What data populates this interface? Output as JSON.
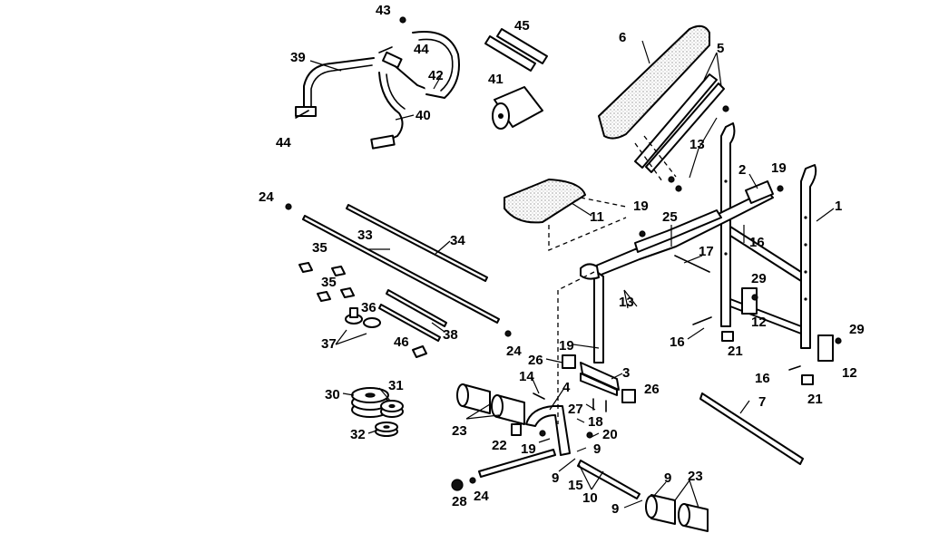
{
  "colors": {
    "line": "#000000",
    "background": "#ffffff"
  },
  "callouts": [
    {
      "id": "c43",
      "label": "43"
    },
    {
      "id": "c44a",
      "label": "44"
    },
    {
      "id": "c45",
      "label": "45"
    },
    {
      "id": "c6",
      "label": "6"
    },
    {
      "id": "c5",
      "label": "5"
    },
    {
      "id": "c39",
      "label": "39"
    },
    {
      "id": "c42",
      "label": "42"
    },
    {
      "id": "c41",
      "label": "41"
    },
    {
      "id": "c40",
      "label": "40"
    },
    {
      "id": "c44b",
      "label": "44"
    },
    {
      "id": "c13a",
      "label": "13"
    },
    {
      "id": "c2",
      "label": "2"
    },
    {
      "id": "c19a",
      "label": "19"
    },
    {
      "id": "c1",
      "label": "1"
    },
    {
      "id": "c24a",
      "label": "24"
    },
    {
      "id": "c11",
      "label": "11"
    },
    {
      "id": "c19b",
      "label": "19"
    },
    {
      "id": "c25",
      "label": "25"
    },
    {
      "id": "c16a",
      "label": "16"
    },
    {
      "id": "c33",
      "label": "33"
    },
    {
      "id": "c34",
      "label": "34"
    },
    {
      "id": "c17",
      "label": "17"
    },
    {
      "id": "c35a",
      "label": "35"
    },
    {
      "id": "c29a",
      "label": "29"
    },
    {
      "id": "c35b",
      "label": "35"
    },
    {
      "id": "c13b",
      "label": "13"
    },
    {
      "id": "c36",
      "label": "36"
    },
    {
      "id": "c12a",
      "label": "12"
    },
    {
      "id": "c38",
      "label": "38"
    },
    {
      "id": "c37",
      "label": "37"
    },
    {
      "id": "c46",
      "label": "46"
    },
    {
      "id": "c16b",
      "label": "16"
    },
    {
      "id": "c21a",
      "label": "21"
    },
    {
      "id": "c29b",
      "label": "29"
    },
    {
      "id": "c19c",
      "label": "19"
    },
    {
      "id": "c24b",
      "label": "24"
    },
    {
      "id": "c26a",
      "label": "26"
    },
    {
      "id": "c3",
      "label": "3"
    },
    {
      "id": "c12b",
      "label": "12"
    },
    {
      "id": "c16c",
      "label": "16"
    },
    {
      "id": "c14",
      "label": "14"
    },
    {
      "id": "c4",
      "label": "4"
    },
    {
      "id": "c26b",
      "label": "26"
    },
    {
      "id": "c30",
      "label": "30"
    },
    {
      "id": "c31",
      "label": "31"
    },
    {
      "id": "c21b",
      "label": "21"
    },
    {
      "id": "c27",
      "label": "27"
    },
    {
      "id": "c7",
      "label": "7"
    },
    {
      "id": "c23a",
      "label": "23"
    },
    {
      "id": "c18",
      "label": "18"
    },
    {
      "id": "c20",
      "label": "20"
    },
    {
      "id": "c32",
      "label": "32"
    },
    {
      "id": "c22",
      "label": "22"
    },
    {
      "id": "c19d",
      "label": "19"
    },
    {
      "id": "c9a",
      "label": "9"
    },
    {
      "id": "c9b",
      "label": "9"
    },
    {
      "id": "c15",
      "label": "15"
    },
    {
      "id": "c9c",
      "label": "9"
    },
    {
      "id": "c23b",
      "label": "23"
    },
    {
      "id": "c10",
      "label": "10"
    },
    {
      "id": "c28",
      "label": "28"
    },
    {
      "id": "c24c",
      "label": "24"
    },
    {
      "id": "c9d",
      "label": "9"
    }
  ]
}
